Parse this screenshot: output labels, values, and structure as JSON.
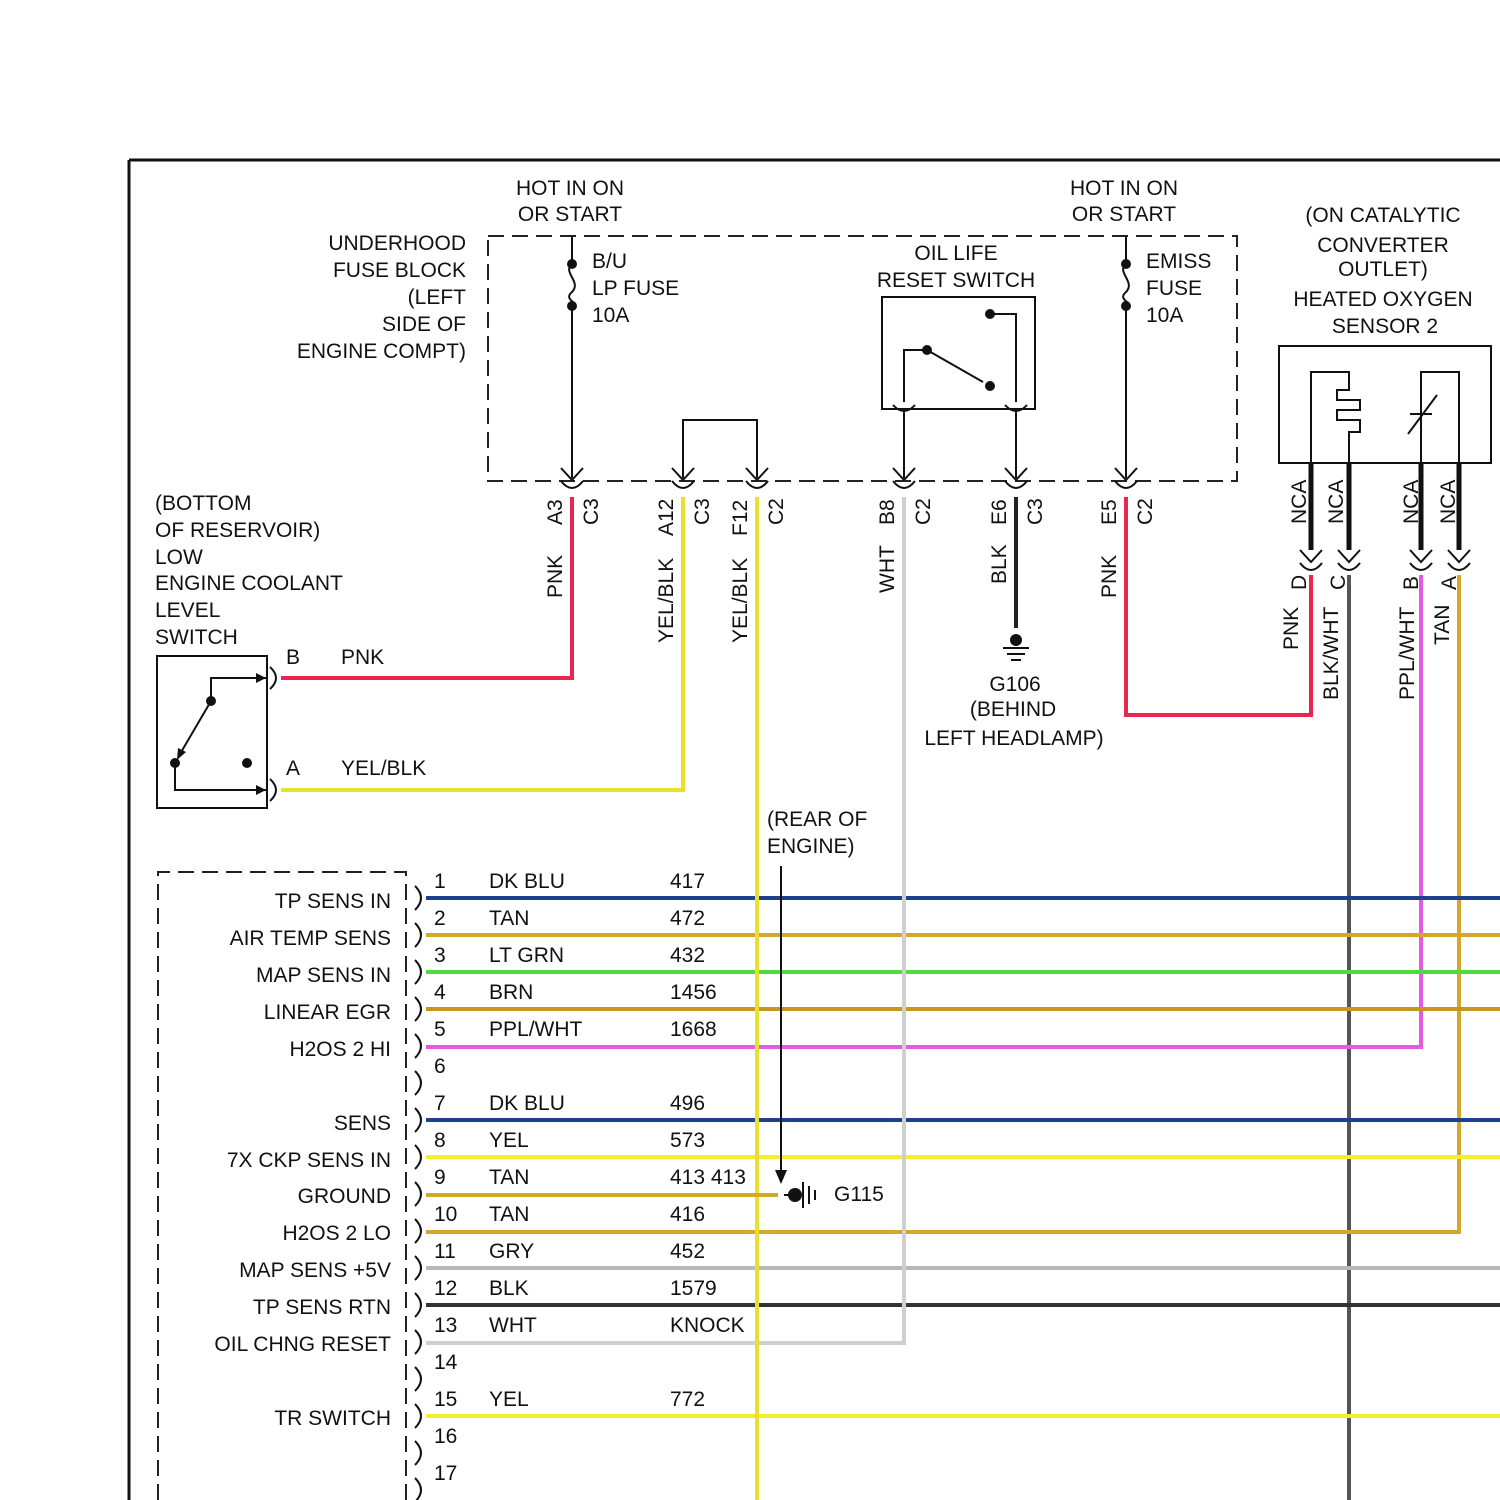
{
  "fuse_block": {
    "name": [
      "UNDERHOOD",
      "FUSE BLOCK",
      "(LEFT",
      "SIDE OF",
      "ENGINE COMPT)"
    ],
    "hot_left": [
      "HOT IN ON",
      "OR START"
    ],
    "hot_right": [
      "HOT IN ON",
      "OR START"
    ],
    "bu_fuse": [
      "B/U",
      "LP FUSE",
      "10A"
    ],
    "emiss_fuse": [
      "EMISS",
      "FUSE",
      "10A"
    ],
    "oil_switch": [
      "OIL LIFE",
      "RESET SWITCH"
    ],
    "terminals": [
      {
        "pin": "A3",
        "conn": "C3",
        "wire": "PNK"
      },
      {
        "pin": "A12",
        "conn": "C3",
        "wire": "YEL/BLK"
      },
      {
        "pin": "F12",
        "conn": "C2",
        "wire": "YEL/BLK"
      },
      {
        "pin": "B8",
        "conn": "C2",
        "wire": "WHT"
      },
      {
        "pin": "E6",
        "conn": "C3",
        "wire": "BLK"
      },
      {
        "pin": "E5",
        "conn": "C2",
        "wire": "PNK"
      }
    ]
  },
  "ground_g106": [
    "G106",
    "(BEHIND",
    "LEFT HEADLAMP)"
  ],
  "coolant_switch": {
    "name": [
      "(BOTTOM",
      "OF RESERVOIR)",
      "LOW",
      "ENGINE COOLANT",
      "LEVEL",
      "SWITCH"
    ],
    "pin_b": "B",
    "wire_b": "PNK",
    "pin_a": "A",
    "wire_a": "YEL/BLK"
  },
  "o2_sensor": {
    "name": [
      "(ON CATALYTIC",
      "CONVERTER",
      "OUTLET)",
      "HEATED OXYGEN",
      "SENSOR 2"
    ],
    "nca": [
      "NCA",
      "NCA",
      "NCA",
      "NCA"
    ],
    "pins": [
      {
        "pin": "D",
        "wire": "PNK"
      },
      {
        "pin": "C",
        "wire": "BLK/WHT"
      },
      {
        "pin": "B",
        "wire": "PPL/WHT"
      },
      {
        "pin": "A",
        "wire": "TAN"
      }
    ]
  },
  "rear_engine": [
    "(REAR OF",
    "ENGINE)"
  ],
  "ground_g115": "G115",
  "pcm_labels": [
    "TP SENS IN",
    "AIR TEMP SENS",
    "MAP SENS IN",
    "LINEAR EGR",
    "H2OS 2 HI",
    "SENS",
    "7X CKP SENS IN",
    "GROUND",
    "H2OS 2 LO",
    "MAP SENS +5V",
    "TP SENS RTN",
    "OIL CHNG RESET",
    "TR SWITCH"
  ],
  "pins": [
    {
      "num": "1",
      "color": "DK BLU",
      "circuit": "417",
      "hex": "#1f3f8f"
    },
    {
      "num": "2",
      "color": "TAN",
      "circuit": "472",
      "hex": "#d4a72c"
    },
    {
      "num": "3",
      "color": "LT GRN",
      "circuit": "432",
      "hex": "#4ddc3c"
    },
    {
      "num": "4",
      "color": "BRN",
      "circuit": "1456",
      "hex": "#c8961e"
    },
    {
      "num": "5",
      "color": "PPL/WHT",
      "circuit": "1668",
      "hex": "#e659e6"
    },
    {
      "num": "6",
      "color": "",
      "circuit": "",
      "hex": ""
    },
    {
      "num": "7",
      "color": "DK BLU",
      "circuit": "496",
      "hex": "#1f3f8f"
    },
    {
      "num": "8",
      "color": "YEL",
      "circuit": "573",
      "hex": "#f5ee2a"
    },
    {
      "num": "9",
      "color": "TAN",
      "circuit": "413 413",
      "hex": "#d4a72c"
    },
    {
      "num": "10",
      "color": "TAN",
      "circuit": "416",
      "hex": "#d4a72c"
    },
    {
      "num": "11",
      "color": "GRY",
      "circuit": "452",
      "hex": "#b8b8b8"
    },
    {
      "num": "12",
      "color": "BLK",
      "circuit": "1579",
      "hex": "#333333"
    },
    {
      "num": "13",
      "color": "WHT",
      "circuit": "KNOCK",
      "hex": "#cfcfcf"
    },
    {
      "num": "14",
      "color": "",
      "circuit": "",
      "hex": ""
    },
    {
      "num": "15",
      "color": "YEL",
      "circuit": "772",
      "hex": "#f5ee2a"
    },
    {
      "num": "16",
      "color": "",
      "circuit": "",
      "hex": ""
    },
    {
      "num": "17",
      "color": "",
      "circuit": "",
      "hex": ""
    }
  ],
  "colors": {
    "pnk": "#e8264f",
    "yel": "#f5ee2a",
    "yelblk": "#e8e030",
    "wht": "#cfcfcf",
    "blk": "#222222",
    "ppl": "#e659e6",
    "tan": "#d4a72c",
    "gry": "#555555"
  }
}
